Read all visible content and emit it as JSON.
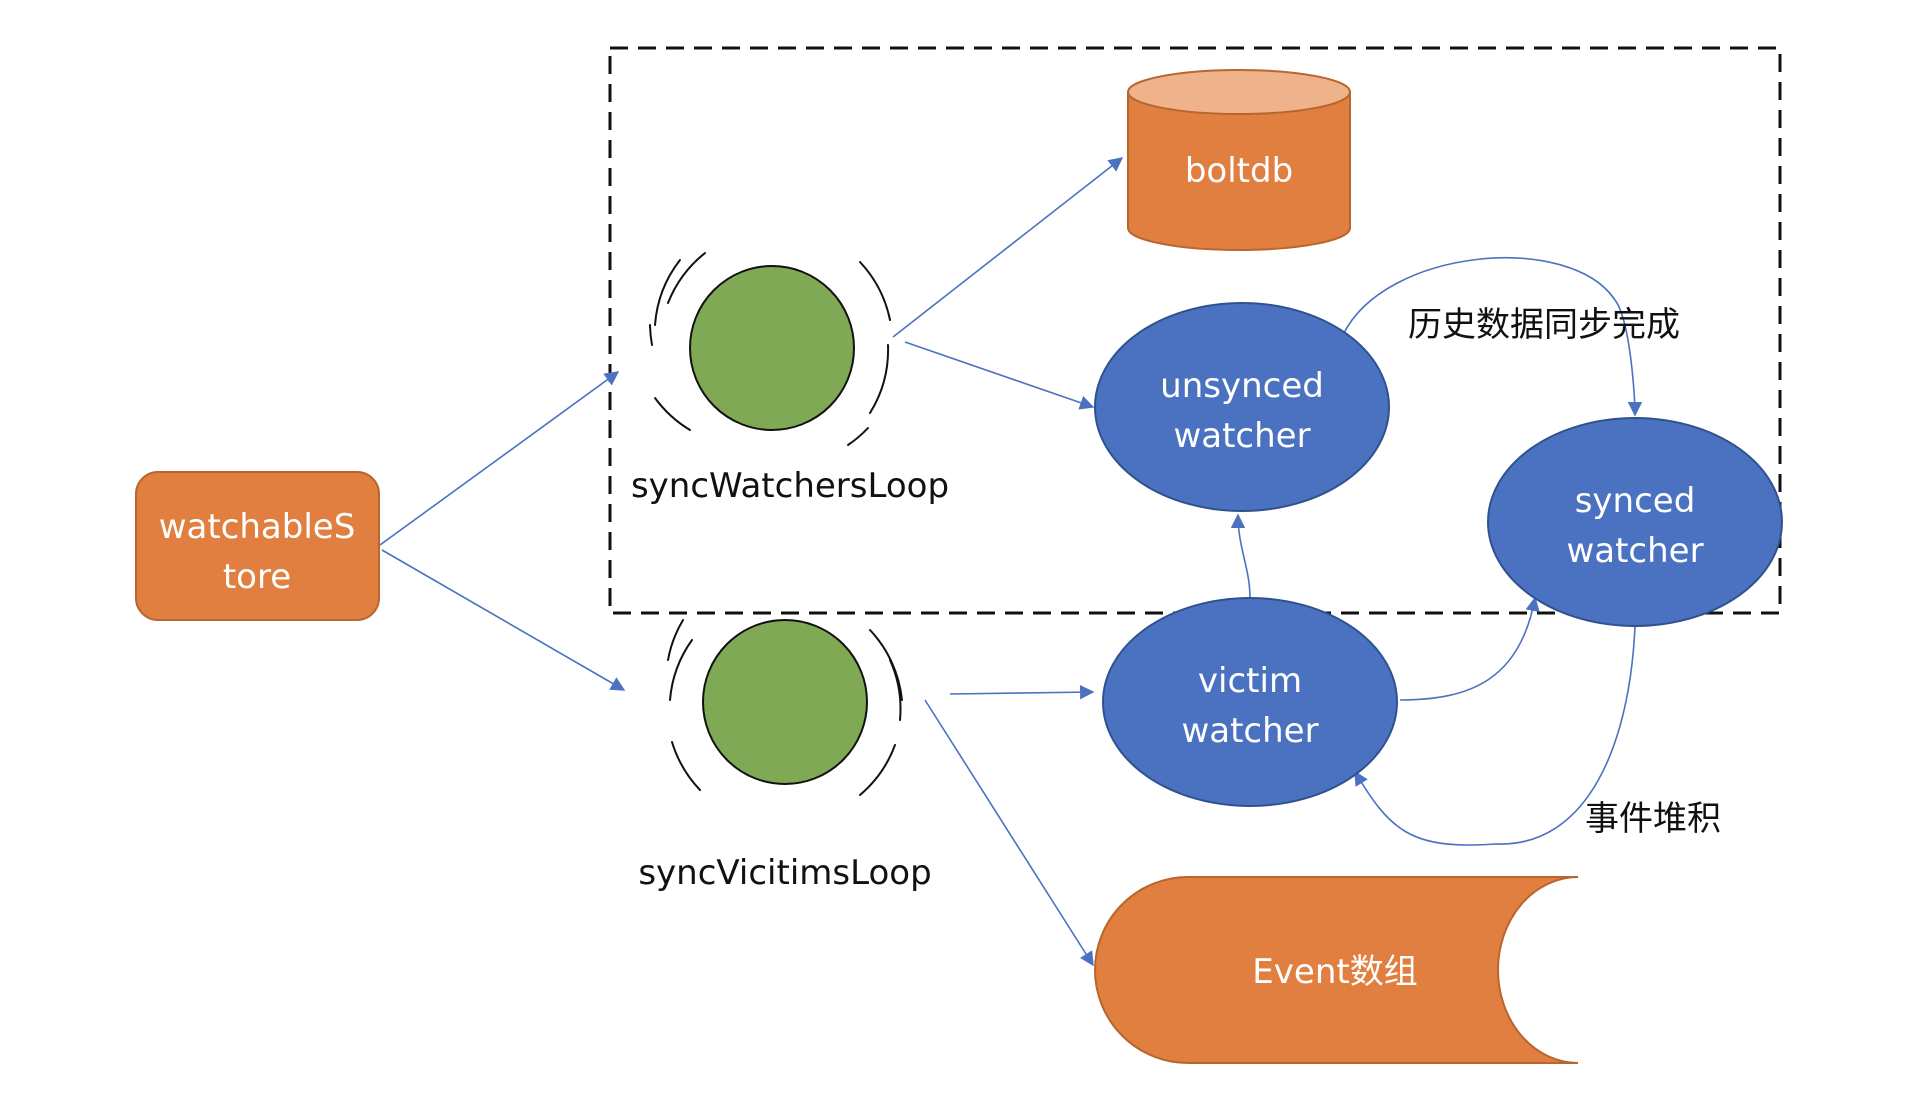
{
  "colors": {
    "orange": "#e07f3f",
    "orange_top": "#eeb38b",
    "blue": "#4a72c0",
    "green": "#7fa955",
    "edge": "#4a72c0"
  },
  "nodes": {
    "watchable_store": {
      "line1": "watchableS",
      "line2": "tore"
    },
    "boltdb": {
      "label": "boltdb"
    },
    "sync_watchers_loop": {
      "label": "syncWatchersLoop"
    },
    "sync_victims_loop": {
      "label": "syncVicitimsLoop"
    },
    "unsynced_watcher": {
      "line1": "unsynced",
      "line2": "watcher"
    },
    "synced_watcher": {
      "line1": "synced",
      "line2": "watcher"
    },
    "victim_watcher": {
      "line1": "victim",
      "line2": "watcher"
    },
    "event_array": {
      "label": "Event数组"
    }
  },
  "edge_labels": {
    "history_sync_done": "历史数据同步完成",
    "event_backlog": "事件堆积"
  }
}
